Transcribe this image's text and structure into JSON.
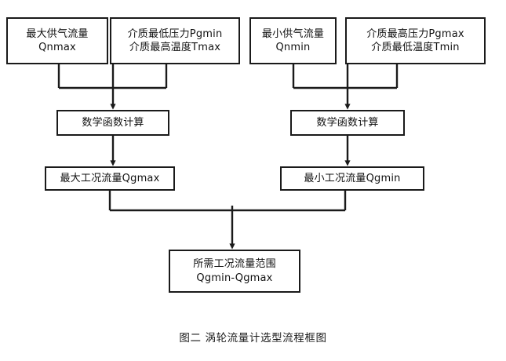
{
  "figure": {
    "caption": "图二  涡轮流量计选型流程框图",
    "background_color": "#ffffff",
    "line_color": "#1a1a1a",
    "text_color": "#111111"
  },
  "nodes": {
    "qnmax": {
      "name": "最大供气流量",
      "line1": "最大供气流量",
      "line2": "Qnmax"
    },
    "pgmin": {
      "name": "介质最低压力Pgmin / 介质最高温度Tmax",
      "line1": "介质最低压力Pgmin",
      "line2": "介质最高温度Tmax"
    },
    "qnmin": {
      "name": "最小供气流量",
      "line1": "最小供气流量",
      "line2": "Qnmin"
    },
    "pgmax": {
      "name": "介质最高压力Pgmax / 介质最低温度Tmin",
      "line1": "介质最高压力Pgmax",
      "line2": "介质最低温度Tmin"
    },
    "math_left": {
      "line1": "数学函数计算"
    },
    "math_right": {
      "line1": "数学函数计算"
    },
    "qgmax": {
      "line1": "最大工况流量Qgmax"
    },
    "qgmin": {
      "line1": "最小工况流量Qgmin"
    },
    "result": {
      "line1": "所需工况流量范围",
      "line2": "Qgmin-Qgmax"
    }
  },
  "edges": [
    {
      "id": "qnmax-to-math-left",
      "from": "qnmax",
      "to": "math_left",
      "style": "elbow-merge"
    },
    {
      "id": "pgmin-to-math-left",
      "from": "pgmin",
      "to": "math_left",
      "style": "elbow-merge"
    },
    {
      "id": "qnmin-to-math-right",
      "from": "qnmin",
      "to": "math_right",
      "style": "elbow-merge"
    },
    {
      "id": "pgmax-to-math-right",
      "from": "pgmax",
      "to": "math_right",
      "style": "elbow-merge"
    },
    {
      "id": "math-left-to-qgmax",
      "from": "math_left",
      "to": "qgmax",
      "style": "straight-arrow"
    },
    {
      "id": "math-right-to-qgmin",
      "from": "math_right",
      "to": "qgmin",
      "style": "straight-arrow"
    },
    {
      "id": "qgmax-to-result",
      "from": "qgmax",
      "to": "result",
      "style": "elbow-merge"
    },
    {
      "id": "qgmin-to-result",
      "from": "qgmin",
      "to": "result",
      "style": "elbow-merge"
    }
  ]
}
